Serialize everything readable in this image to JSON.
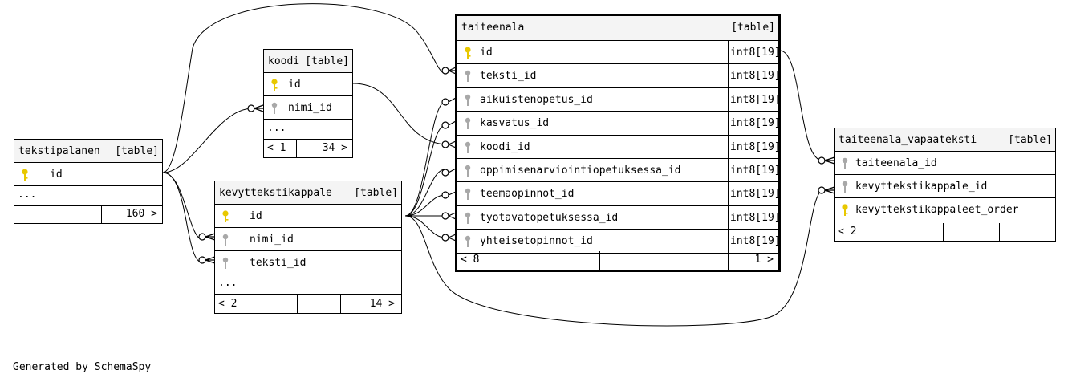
{
  "colors": {
    "primary_key": "#e8c800",
    "foreign_key": "#a8a8a8",
    "header_bg": "#f4f4f4",
    "border": "#000000"
  },
  "tables": {
    "tekstipalanen": {
      "name": "tekstipalanen",
      "tag": "[table]",
      "columns": [
        {
          "name": "id",
          "icon": "primary-key-icon"
        }
      ],
      "more": "...",
      "footer": {
        "left": "",
        "right": "160 >"
      }
    },
    "koodi": {
      "name": "koodi",
      "tag": "[table]",
      "columns": [
        {
          "name": "id",
          "icon": "primary-key-icon"
        },
        {
          "name": "nimi_id",
          "icon": "foreign-key-icon"
        }
      ],
      "more": "...",
      "footer": {
        "left": "< 1",
        "right": "34 >"
      }
    },
    "kevyttekstikappale": {
      "name": "kevyttekstikappale",
      "tag": "[table]",
      "columns": [
        {
          "name": "id",
          "icon": "primary-key-icon"
        },
        {
          "name": "nimi_id",
          "icon": "foreign-key-icon"
        },
        {
          "name": "teksti_id",
          "icon": "foreign-key-icon"
        }
      ],
      "more": "...",
      "footer": {
        "left": "< 2",
        "right": "14 >"
      }
    },
    "taiteenala": {
      "name": "taiteenala",
      "tag": "[table]",
      "columns": [
        {
          "name": "id",
          "type": "int8[19]",
          "icon": "primary-key-icon"
        },
        {
          "name": "teksti_id",
          "type": "int8[19]",
          "icon": "foreign-key-icon"
        },
        {
          "name": "aikuistenopetus_id",
          "type": "int8[19]",
          "icon": "foreign-key-icon"
        },
        {
          "name": "kasvatus_id",
          "type": "int8[19]",
          "icon": "foreign-key-icon"
        },
        {
          "name": "koodi_id",
          "type": "int8[19]",
          "icon": "foreign-key-icon"
        },
        {
          "name": "oppimisenarviointiopetuksessa_id",
          "type": "int8[19]",
          "icon": "foreign-key-icon"
        },
        {
          "name": "teemaopinnot_id",
          "type": "int8[19]",
          "icon": "foreign-key-icon"
        },
        {
          "name": "tyotavatopetuksessa_id",
          "type": "int8[19]",
          "icon": "foreign-key-icon"
        },
        {
          "name": "yhteisetopinnot_id",
          "type": "int8[19]",
          "icon": "foreign-key-icon"
        }
      ],
      "footer": {
        "left": "< 8",
        "right": "1 >"
      }
    },
    "taiteenala_vapaateksti": {
      "name": "taiteenala_vapaateksti",
      "tag": "[table]",
      "columns": [
        {
          "name": "taiteenala_id",
          "icon": "foreign-key-icon"
        },
        {
          "name": "kevyttekstikappale_id",
          "icon": "foreign-key-icon"
        },
        {
          "name": "kevyttekstikappaleet_order",
          "icon": "primary-key-icon"
        }
      ],
      "footer": {
        "left": "< 2",
        "right": ""
      }
    }
  },
  "credit": "Generated by SchemaSpy"
}
